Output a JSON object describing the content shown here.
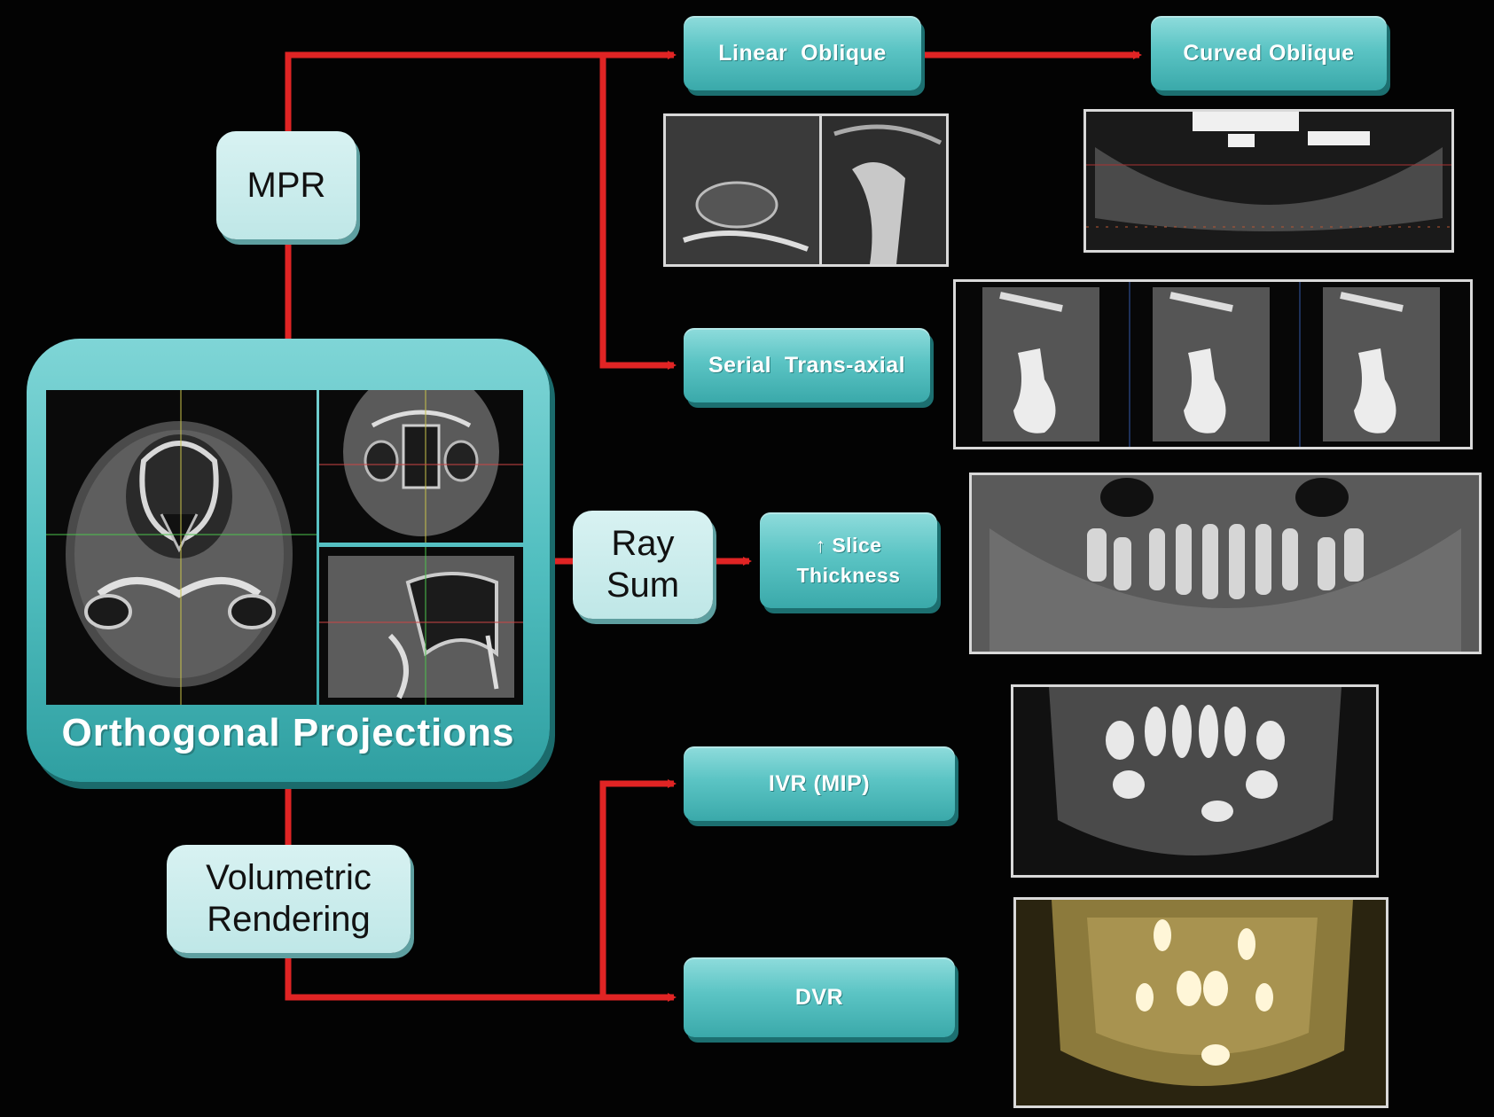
{
  "diagram": {
    "colors": {
      "background": "#030303",
      "box_teal": "#5bc4c4",
      "box_light": "#bfe7e7",
      "arrow_red": "#e02424",
      "panel_border": "#d9d9d9"
    },
    "nodes": {
      "orthogonal": "Orthogonal Projections",
      "mpr": "MPR",
      "linear_oblique": "Linear  Oblique",
      "curved_oblique": "Curved Oblique",
      "serial_trans_axial": "Serial  Trans-axial",
      "ray_sum_1": "Ray",
      "ray_sum_2": "Sum",
      "slice_thickness_1": "↑ Slice",
      "slice_thickness_2": "Thickness",
      "volumetric_1": "Volumetric",
      "volumetric_2": "Rendering",
      "ivr_mip": "IVR (MIP)",
      "dvr": "DVR"
    },
    "images": [
      "axial-ct-view",
      "coronal-ct-view",
      "sagittal-ct-view",
      "linear-oblique-tmj-images",
      "curved-oblique-panoramic-image",
      "serial-trans-axial-tooth-sections",
      "ray-sum-panoramic-image",
      "mip-rendering-image",
      "dvr-3d-rendering-image"
    ]
  }
}
